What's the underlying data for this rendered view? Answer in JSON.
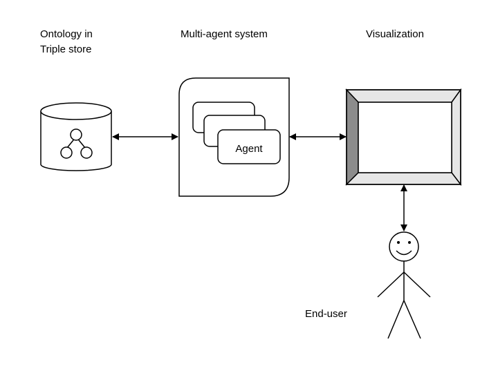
{
  "labels": {
    "ontology_line1": "Ontology in",
    "ontology_line2": "Triple store",
    "mas_title": "Multi-agent system",
    "visualization_title": "Visualization",
    "agent": "Agent",
    "end_user": "End-user"
  },
  "colors": {
    "stroke": "#000000",
    "background": "#ffffff",
    "monitor_bevel_dark": "#8c8c8c",
    "monitor_bevel_light": "#e6e6e6"
  },
  "icons": {
    "database": "cylinder-icon",
    "ontology_graph": "tree-graph-icon",
    "monitor": "monitor-icon",
    "user": "stick-figure-icon"
  }
}
